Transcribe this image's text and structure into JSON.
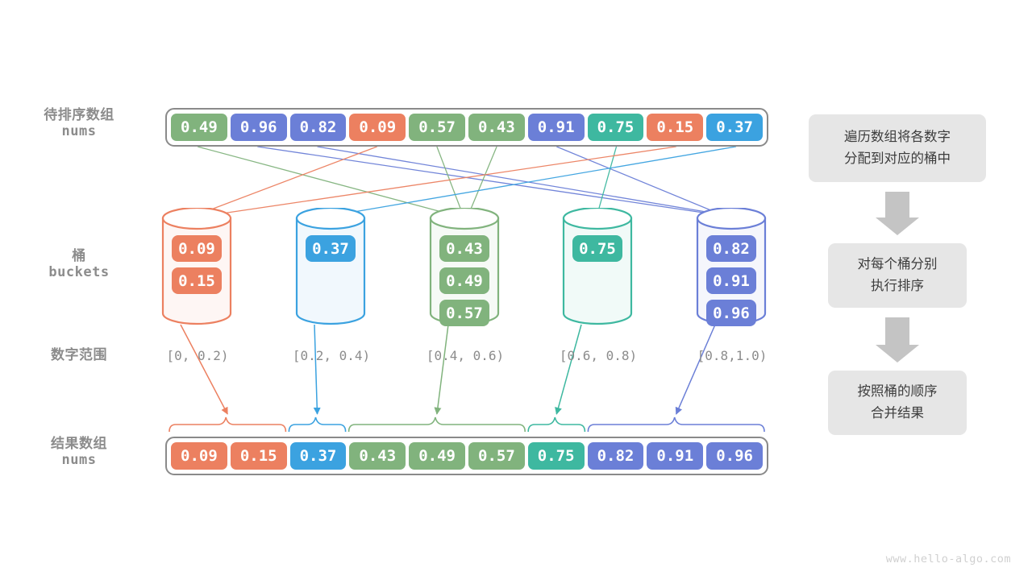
{
  "palette": {
    "green": "#81b37d",
    "purple": "#6b7fd7",
    "orange": "#ec8060",
    "blue": "#3ba2e0",
    "teal": "#3eb8a0",
    "gray_border": "#8a8a8a",
    "label_gray": "#8c8c8c",
    "step_bg": "#e6e6e6",
    "arrow_gray": "#c4c4c4"
  },
  "labels": {
    "input_cn": "待排序数组",
    "input_mono": "nums",
    "buckets_cn": "桶",
    "buckets_mono": "buckets",
    "range_cn": "数字范围",
    "result_cn": "结果数组",
    "result_mono": "nums"
  },
  "input_array": {
    "values": [
      "0.49",
      "0.96",
      "0.82",
      "0.09",
      "0.57",
      "0.43",
      "0.91",
      "0.75",
      "0.15",
      "0.37"
    ],
    "colors": [
      "green",
      "purple",
      "purple",
      "orange",
      "green",
      "green",
      "purple",
      "teal",
      "orange",
      "blue"
    ]
  },
  "buckets": [
    {
      "range": "[0, 0.2)",
      "color": "orange",
      "items": [
        "0.09",
        "0.15"
      ]
    },
    {
      "range": "[0.2, 0.4)",
      "color": "blue",
      "items": [
        "0.37"
      ]
    },
    {
      "range": "[0.4, 0.6)",
      "color": "green",
      "items": [
        "0.43",
        "0.49",
        "0.57"
      ]
    },
    {
      "range": "[0.6, 0.8)",
      "color": "teal",
      "items": [
        "0.75"
      ]
    },
    {
      "range": "[0.8,1.0)",
      "color": "purple",
      "items": [
        "0.82",
        "0.91",
        "0.96"
      ]
    }
  ],
  "result_array": {
    "values": [
      "0.09",
      "0.15",
      "0.37",
      "0.43",
      "0.49",
      "0.57",
      "0.75",
      "0.82",
      "0.91",
      "0.96"
    ],
    "colors": [
      "orange",
      "orange",
      "blue",
      "green",
      "green",
      "green",
      "teal",
      "purple",
      "purple",
      "purple"
    ]
  },
  "steps": [
    {
      "line1": "遍历数组将各数字",
      "line2": "分配到对应的桶中"
    },
    {
      "line1": "对每个桶分别",
      "line2": "执行排序"
    },
    {
      "line1": "按照桶的顺序",
      "line2": "合并结果"
    }
  ],
  "watermark": "www.hello-algo.com",
  "chart_data": {
    "type": "diagram",
    "title": "桶排序 (Bucket Sort)",
    "unsorted": [
      0.49,
      0.96,
      0.82,
      0.09,
      0.57,
      0.43,
      0.91,
      0.75,
      0.15,
      0.37
    ],
    "bucket_ranges": [
      "[0, 0.2)",
      "[0.2, 0.4)",
      "[0.4, 0.6)",
      "[0.6, 0.8)",
      "[0.8,1.0)"
    ],
    "bucket_contents": [
      [
        0.09,
        0.15
      ],
      [
        0.37
      ],
      [
        0.43,
        0.49,
        0.57
      ],
      [
        0.75
      ],
      [
        0.82,
        0.91,
        0.96
      ]
    ],
    "sorted": [
      0.09,
      0.15,
      0.37,
      0.43,
      0.49,
      0.57,
      0.75,
      0.82,
      0.91,
      0.96
    ]
  }
}
